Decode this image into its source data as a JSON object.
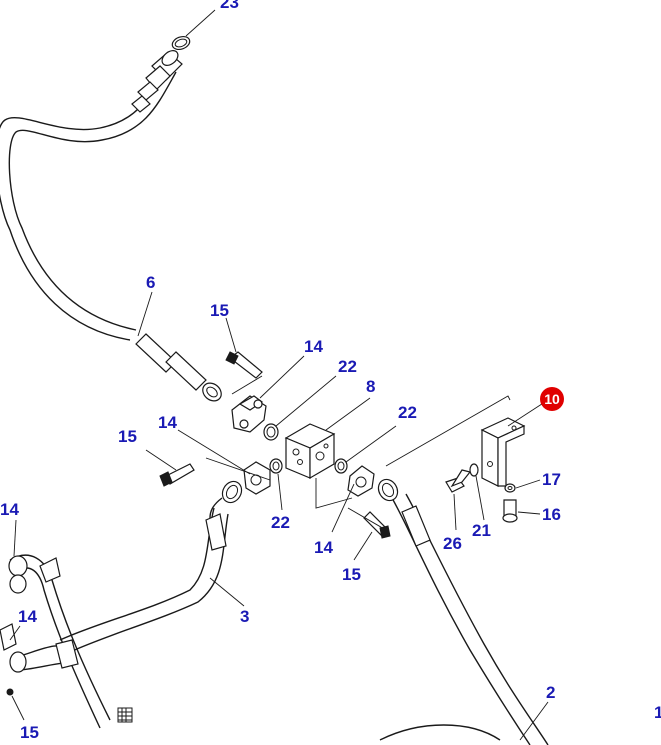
{
  "callouts": {
    "c23": "23",
    "c6": "6",
    "c15a": "15",
    "c14a": "14",
    "c22a": "22",
    "c8": "8",
    "c22b": "22",
    "c10": "10",
    "c14b": "14",
    "c15b": "15",
    "c17": "17",
    "c16": "16",
    "c21": "21",
    "c26": "26",
    "c14c": "14",
    "c22c": "22",
    "c15c": "15",
    "c14d": "14",
    "c3": "3",
    "c14e": "14",
    "c15d": "15",
    "c2": "2",
    "c1": "1"
  },
  "colors": {
    "callout_text": "#1a1ab4",
    "highlight_badge": "#e00000",
    "line_art": "#1a1a1a"
  }
}
